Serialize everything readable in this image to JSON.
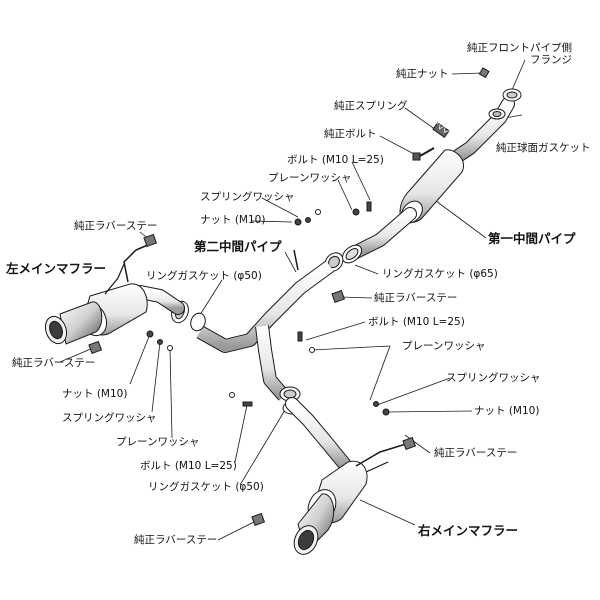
{
  "labels": {
    "front_pipe_flange": [
      "純正フロントパイプ側",
      "フランジ"
    ],
    "oem_nut_top": "純正ナット",
    "oem_spring": "純正スプリング",
    "oem_bolt": "純正ボルト",
    "oem_ball_gasket": "純正球面ガスケット",
    "bolt_m10_top": "ボルト (M10 L=25)",
    "plain_washer_top": "プレーンワッシャ",
    "spring_washer_top": "スプリングワッシャ",
    "nut_m10_top": "ナット (M10)",
    "first_mid_pipe": "第一中間パイプ",
    "second_mid_pipe": "第二中間パイプ",
    "oem_rubber_stay_topleft": "純正ラバーステー",
    "left_main_muffler": "左メインマフラー",
    "ring_gasket_50_top": "リングガスケット (φ50)",
    "ring_gasket_65": "リングガスケット (φ65)",
    "oem_rubber_stay_mid": "純正ラバーステー",
    "bolt_m10_mid": "ボルト (M10 L=25)",
    "plain_washer_mid": "プレーンワッシャ",
    "oem_rubber_stay_left": "純正ラバーステー",
    "nut_m10_left": "ナット (M10)",
    "spring_washer_left": "スプリングワッシャ",
    "plain_washer_left": "プレーンワッシャ",
    "bolt_m10_bottom": "ボルト (M10 L=25)",
    "ring_gasket_50_bottom": "リングガスケット (φ50)",
    "spring_washer_right": "スプリングワッシャ",
    "nut_m10_right": "ナット (M10)",
    "oem_rubber_stay_right": "純正ラバーステー",
    "right_main_muffler": "右メインマフラー",
    "oem_rubber_stay_bottom": "純正ラバーステー"
  },
  "colors": {
    "line": "#1a1a1a",
    "part_fill": "#ffffff",
    "shade": "#bdbdbd",
    "dark": "#555555"
  }
}
